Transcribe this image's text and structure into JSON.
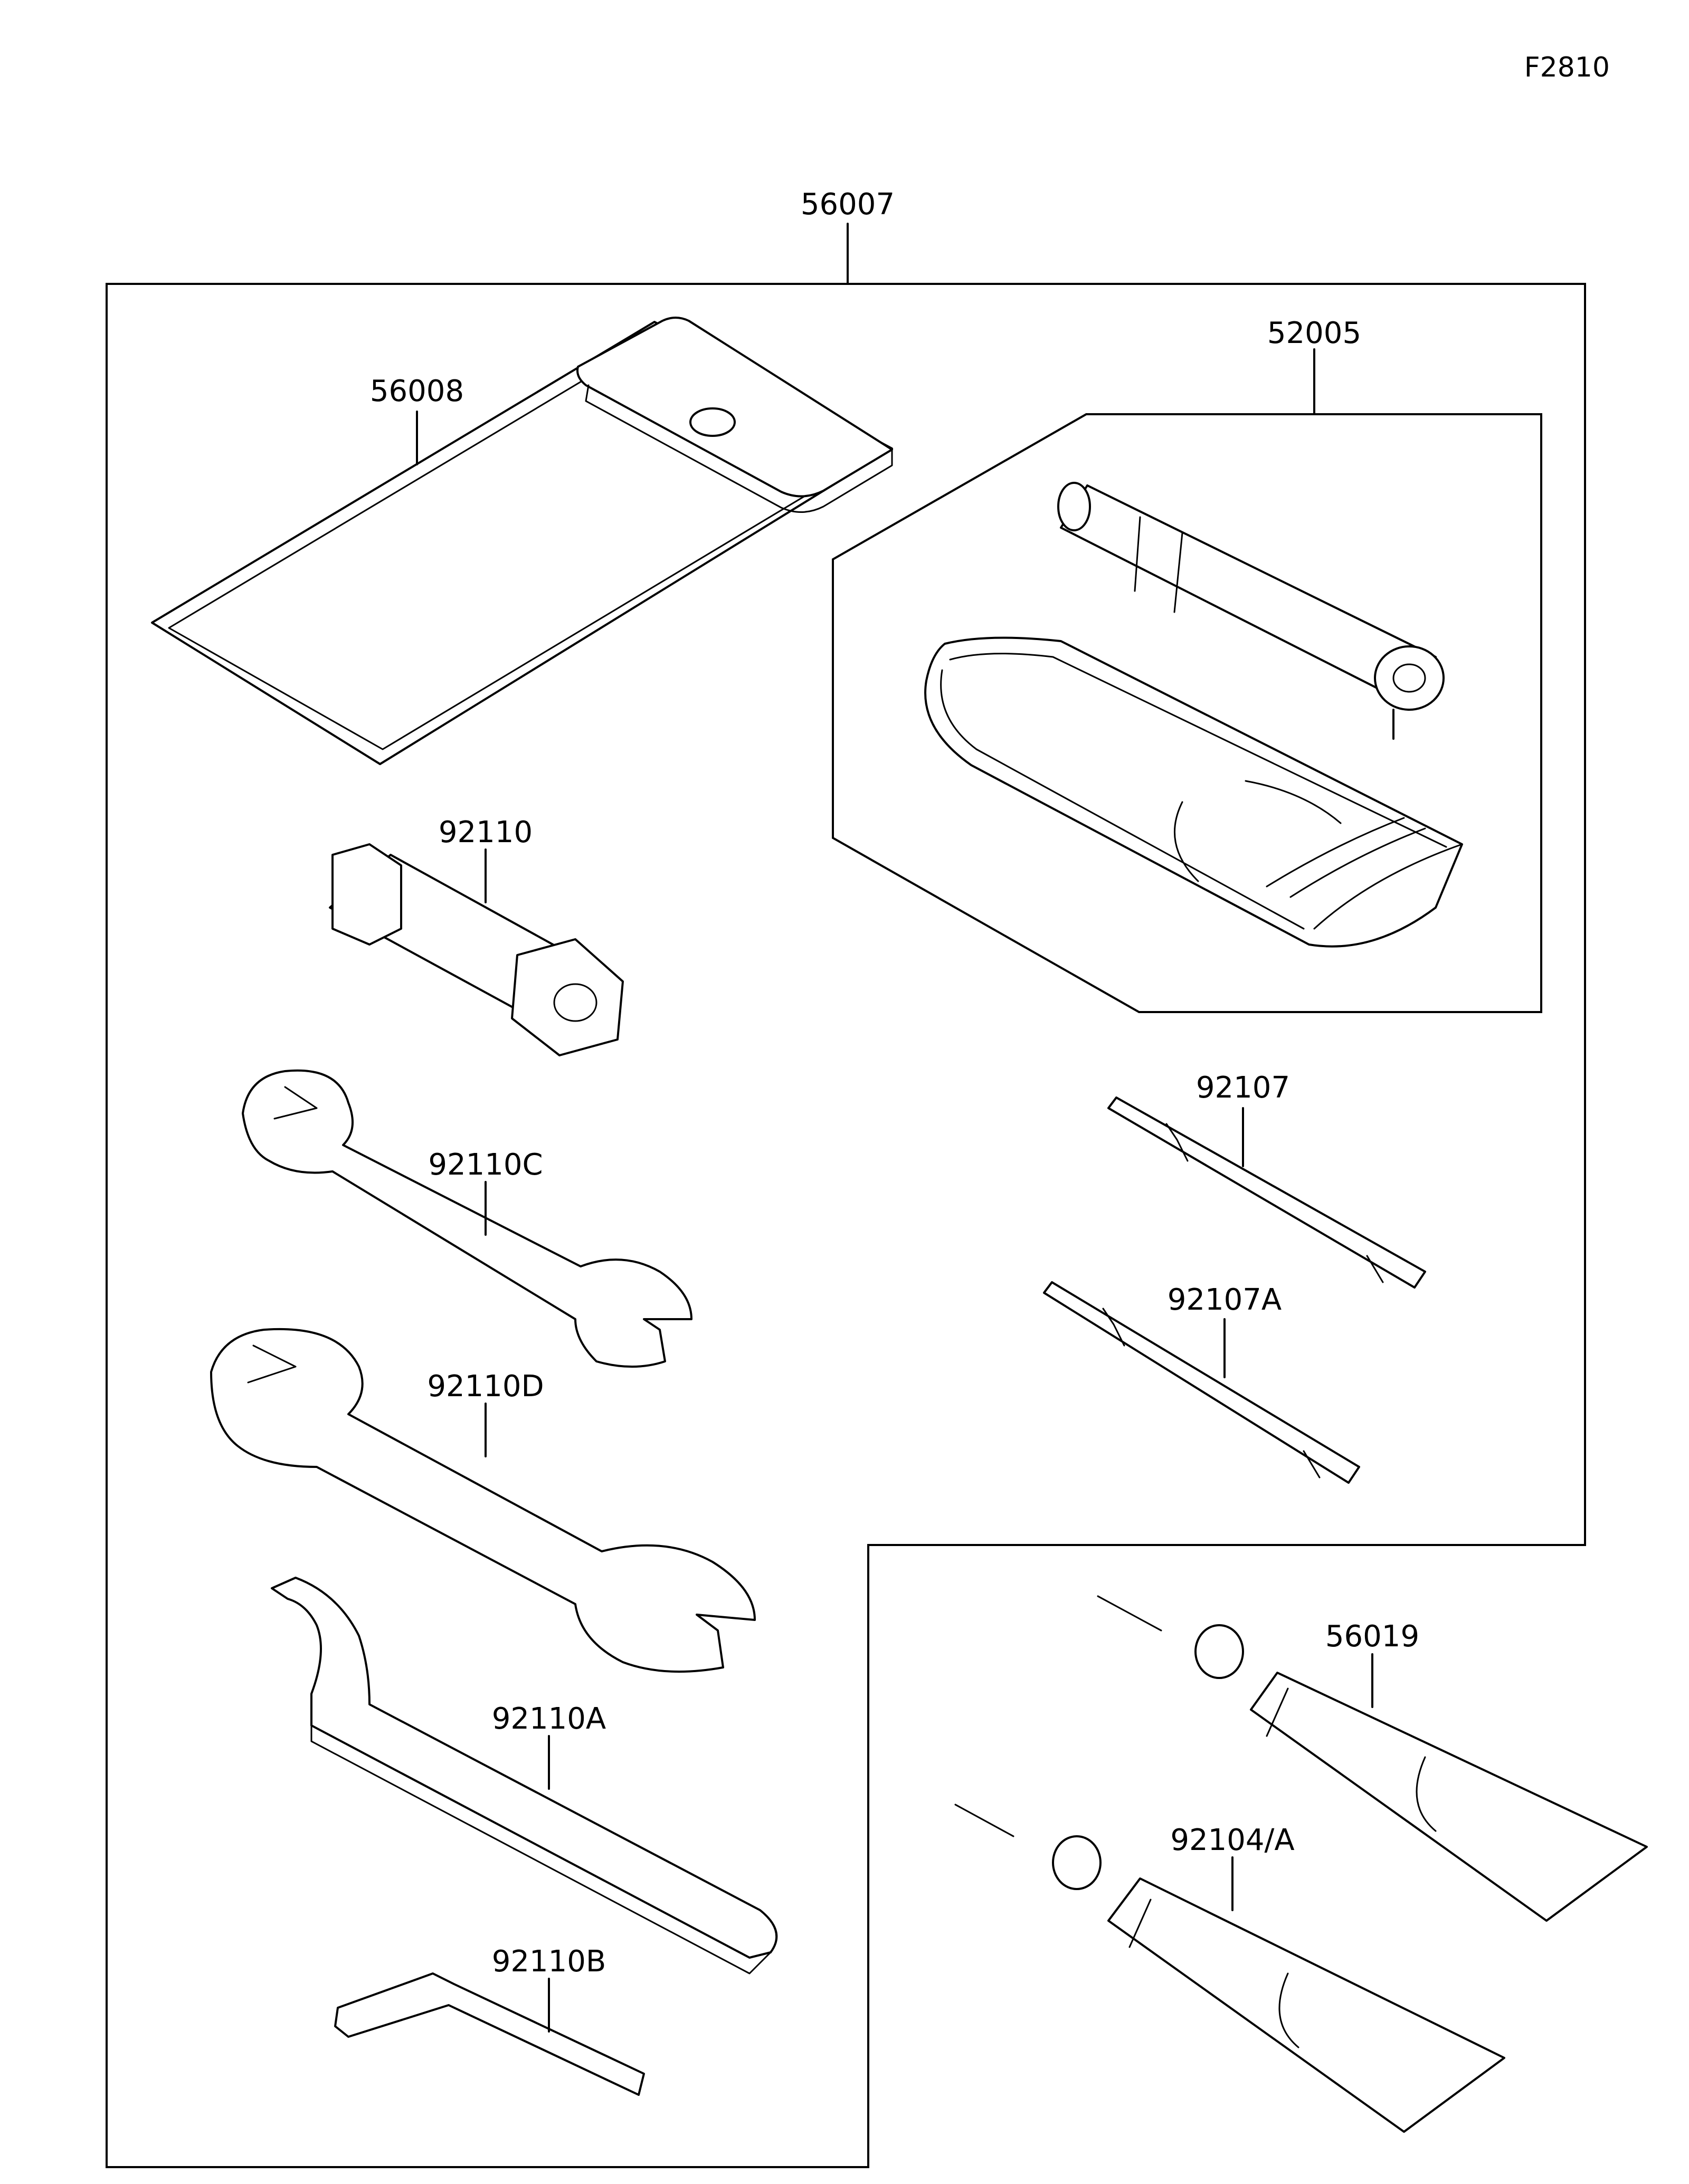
{
  "figure_code": "F2810",
  "parts": {
    "tool_kit": "56007",
    "case": "56008",
    "pump_kit": "52005",
    "plug_wrench": "92110",
    "wrench_c": "92110C",
    "wrench_d": "92110D",
    "hook_wrench": "92110A",
    "hex_key": "92110B",
    "driver": "92107",
    "driver_a": "92107A",
    "tube_56019": "56019",
    "tube_92104": "92104/A"
  }
}
